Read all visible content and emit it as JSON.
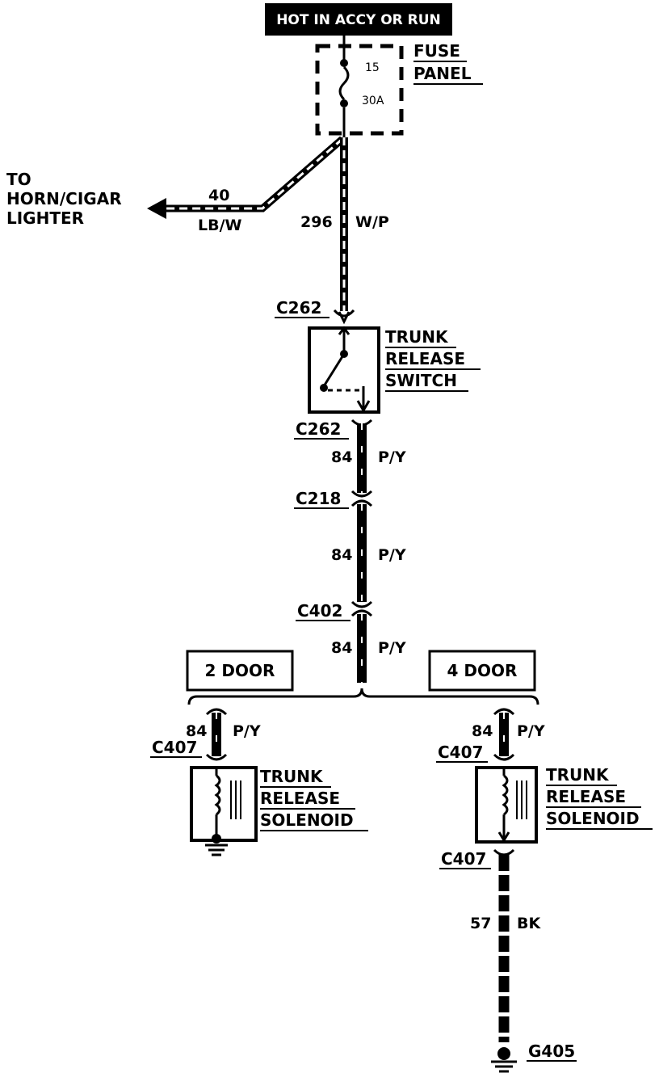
{
  "header": {
    "power_label": "HOT IN ACCY OR RUN"
  },
  "fuse_panel": {
    "label_line1": "FUSE",
    "label_line2": "PANEL",
    "fuse_number": "15",
    "fuse_rating": "30A"
  },
  "horn_output": {
    "line1": "TO",
    "line2": "HORN/CIGAR",
    "line3": "LIGHTER",
    "wire_number": "40",
    "wire_color": "LB/W"
  },
  "main_wire": {
    "wire_number": "296",
    "wire_color": "W/P"
  },
  "connectors": {
    "c262_top": "C262",
    "c262_bottom": "C262",
    "c218": "C218",
    "c402": "C402",
    "c407_left": "C407",
    "c407_right": "C407",
    "c407_right_bottom": "C407"
  },
  "switch": {
    "line1": "TRUNK",
    "line2": "RELEASE",
    "line3": "SWITCH"
  },
  "wire_84": {
    "number": "84",
    "color": "P/Y"
  },
  "variants": {
    "left": "2 DOOR",
    "right": "4 DOOR"
  },
  "solenoid": {
    "line1": "TRUNK",
    "line2": "RELEASE",
    "line3": "SOLENOID"
  },
  "ground_wire": {
    "number": "57",
    "color": "BK"
  },
  "ground": {
    "label": "G405"
  }
}
